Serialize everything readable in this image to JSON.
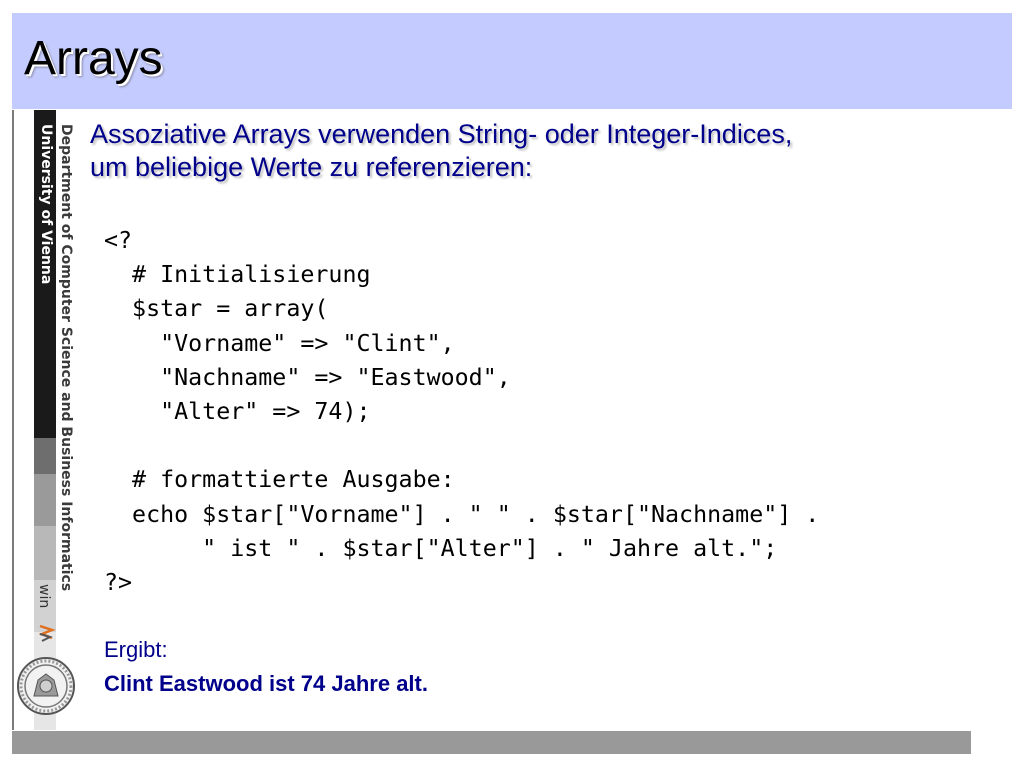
{
  "title": "Arrays",
  "sidebar": {
    "line1": "Department of Computer Science and Business Informatics",
    "line2": "University of Vienna",
    "logo": "win"
  },
  "intro": {
    "line1": "Assoziative Arrays verwenden String- oder Integer-Indices,",
    "line2": "um beliebige Werte zu referenzieren:"
  },
  "code": [
    "<?",
    "  # Initialisierung",
    "  $star = array(",
    "    \"Vorname\" => \"Clint\",",
    "    \"Nachname\" => \"Eastwood\",",
    "    \"Alter\" => 74);",
    "",
    "  # formattierte Ausgabe:",
    "  echo $star[\"Vorname\"] . \" \" . $star[\"Nachname\"] .",
    "       \" ist \" . $star[\"Alter\"] . \" Jahre alt.\";",
    "?>"
  ],
  "result": {
    "label": "Ergibt:",
    "text": "Clint Eastwood ist 74 Jahre alt."
  },
  "colors": {
    "title_band": "#c4ccff",
    "text_blue": "#00008b",
    "bottom_bar": "#999999"
  }
}
